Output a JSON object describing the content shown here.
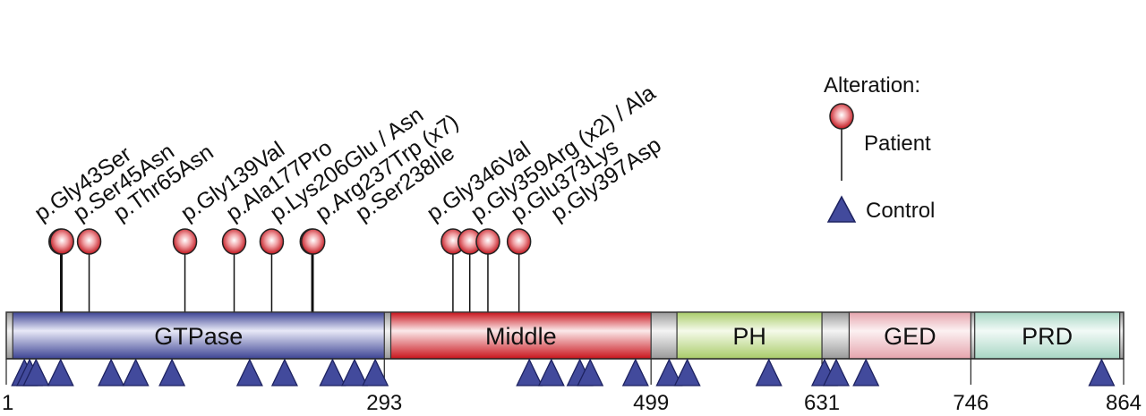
{
  "protein": {
    "length": 864
  },
  "domains": [
    {
      "name": "GTPase",
      "start": 6,
      "end": 293,
      "dark": "#3d4494",
      "light": "#e8e9f7"
    },
    {
      "name": "Middle",
      "start": 298,
      "end": 499,
      "dark": "#c9141c",
      "light": "#fbe9ea"
    },
    {
      "name": "PH",
      "start": 519,
      "end": 631,
      "dark": "#a9cc6a",
      "light": "#f5faea"
    },
    {
      "name": "GED",
      "start": 652,
      "end": 746,
      "dark": "#e5a4ad",
      "light": "#fcf1f2"
    },
    {
      "name": "PRD",
      "start": 749,
      "end": 861,
      "dark": "#a7d6c4",
      "light": "#f2faf7"
    }
  ],
  "ticks": [
    {
      "pos": 1,
      "label": "1"
    },
    {
      "pos": 293,
      "label": "293"
    },
    {
      "pos": 499,
      "label": "499"
    },
    {
      "pos": 631,
      "label": "631"
    },
    {
      "pos": 746,
      "label": "746"
    },
    {
      "pos": 864,
      "label": "864"
    }
  ],
  "patient_variants": [
    {
      "pos": 43,
      "label": "p.Gly43Ser",
      "label_pos": 28
    },
    {
      "pos": 44,
      "label": "p.Ser45Asn",
      "label_pos": 58
    },
    {
      "pos": 65,
      "label": "p.Thr65Asn",
      "label_pos": 89
    },
    {
      "pos": 139,
      "label": "p.Gly139Val",
      "label_pos": 141
    },
    {
      "pos": 177,
      "label": "p.Ala177Pro",
      "label_pos": 176
    },
    {
      "pos": 206,
      "label": "p.Lys206Glu / Asn",
      "label_pos": 210
    },
    {
      "pos": 237,
      "label": "p.Arg237Trp (x7)",
      "label_pos": 245
    },
    {
      "pos": 238,
      "label": "p.Ser238Ile",
      "label_pos": 276
    },
    {
      "pos": 346,
      "label": "p.Gly346Val",
      "label_pos": 331
    },
    {
      "pos": 359,
      "label": "p.Gly359Arg (x2) / Ala",
      "label_pos": 365
    },
    {
      "pos": 373,
      "label": "p.Glu373Lys",
      "label_pos": 396
    },
    {
      "pos": 397,
      "label": "p.Gly397Asp",
      "label_pos": 427
    }
  ],
  "control_variants": [
    15,
    19,
    24,
    43,
    82,
    101,
    129,
    189,
    216,
    253,
    270,
    286,
    405,
    422,
    444,
    452,
    487,
    513,
    527,
    590,
    633,
    642,
    665,
    847
  ],
  "legend": {
    "title": "Alteration:",
    "patient": "Patient",
    "control": "Control"
  }
}
